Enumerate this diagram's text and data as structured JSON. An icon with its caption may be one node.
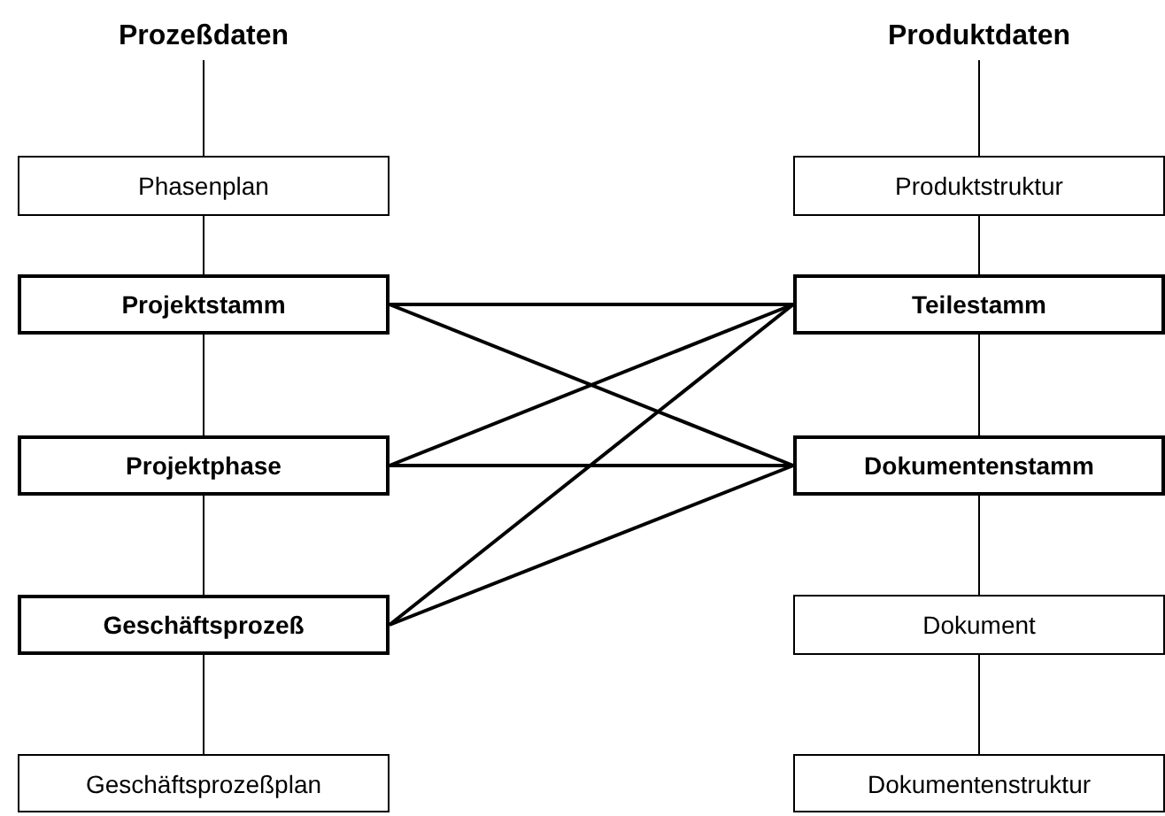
{
  "diagram": {
    "nodes": [
      {
        "text": [
          "Prozeßdaten"
        ]
      },
      {
        "text": [
          "Phasenplan"
        ]
      },
      {
        "text": [
          "Projektstamm"
        ]
      },
      {
        "text": [
          "Projektphase"
        ]
      },
      {
        "text": [
          "Geschäftsprozeß"
        ]
      },
      {
        "text": [
          "Geschäftsprozeßplan"
        ]
      },
      {
        "text": [
          "Produktdaten"
        ]
      },
      {
        "text": [
          "Produktstruktur"
        ]
      },
      {
        "text": [
          "Teilestamm"
        ]
      },
      {
        "text": [
          "Dokumentenstamm"
        ]
      },
      {
        "text": [
          "Dokument"
        ]
      },
      {
        "text": [
          "Dokumentenstruktur"
        ]
      }
    ],
    "edges": [
      {
        "from": 0,
        "to": 1,
        "arrow": "none"
      },
      {
        "from": 1,
        "to": 2,
        "arrow": "none"
      },
      {
        "from": 2,
        "to": 3,
        "arrow": "none"
      },
      {
        "from": 3,
        "to": 4,
        "arrow": "none"
      },
      {
        "from": 4,
        "to": 5,
        "arrow": "none"
      },
      {
        "from": 6,
        "to": 7,
        "arrow": "none"
      },
      {
        "from": 7,
        "to": 8,
        "arrow": "none"
      },
      {
        "from": 8,
        "to": 9,
        "arrow": "none"
      },
      {
        "from": 9,
        "to": 10,
        "arrow": "none"
      },
      {
        "from": 10,
        "to": 11,
        "arrow": "none"
      },
      {
        "from": 2,
        "to": 8,
        "arrow": "none"
      },
      {
        "from": 2,
        "to": 9,
        "arrow": "none"
      },
      {
        "from": 3,
        "to": 8,
        "arrow": "none"
      },
      {
        "from": 3,
        "to": 9,
        "arrow": "none"
      },
      {
        "from": 4,
        "to": 8,
        "arrow": "none"
      },
      {
        "from": 4,
        "to": 9,
        "arrow": "none"
      }
    ]
  }
}
